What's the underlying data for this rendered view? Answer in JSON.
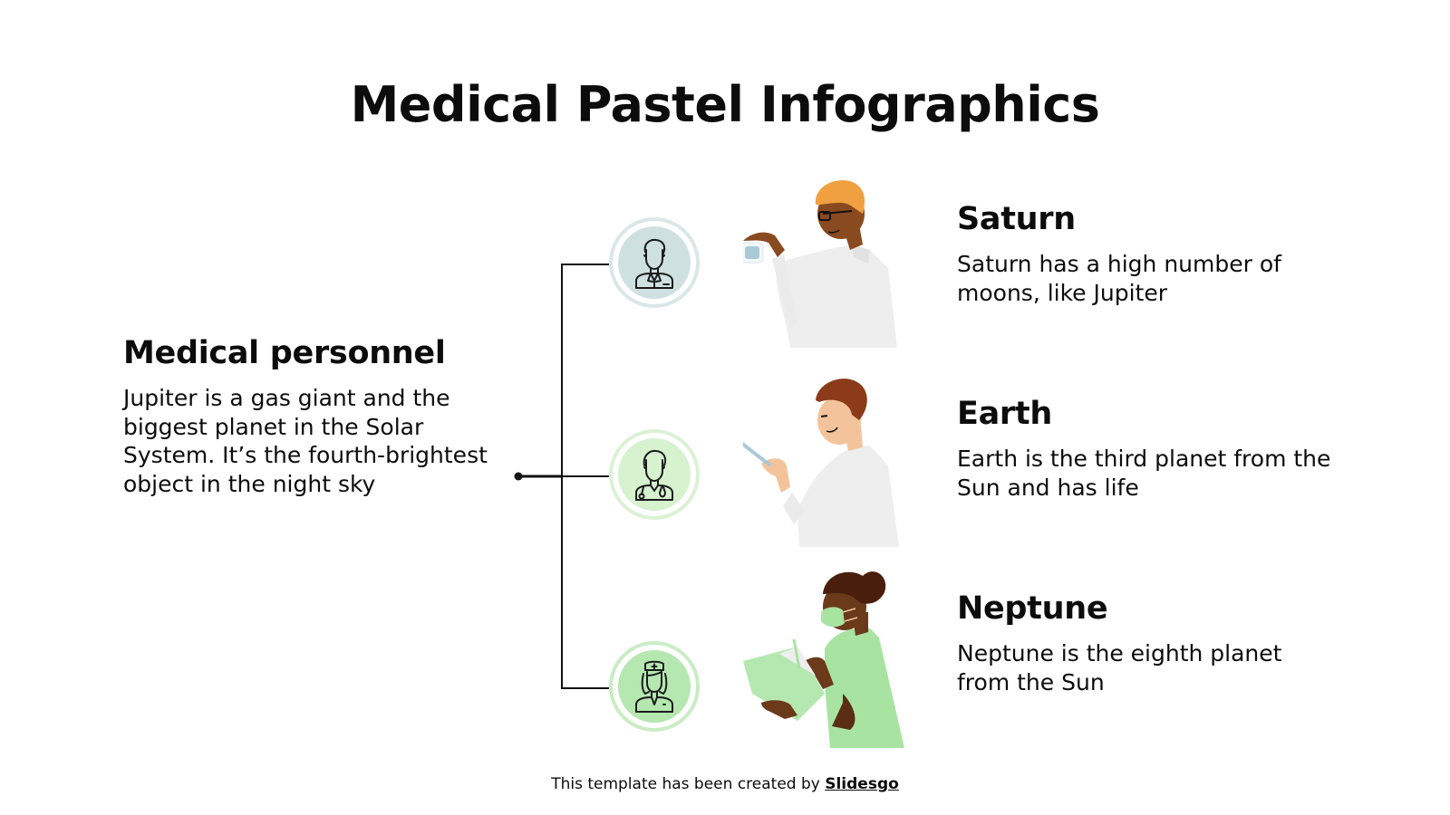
{
  "title": "Medical Pastel Infographics",
  "main": {
    "heading": "Medical personnel",
    "body": "Jupiter is a gas giant and the biggest planet in the Solar System. It’s the fourth-brightest object in the night sky"
  },
  "items": [
    {
      "title": "Saturn",
      "text": "Saturn has a high number of moons, like Jupiter",
      "icon": "businessman-icon",
      "circle_color": "#cfe0e0",
      "ring_color": "#d9e6e6"
    },
    {
      "title": "Earth",
      "text": "Earth is the third planet from the Sun and has life",
      "icon": "doctor-icon",
      "circle_color": "#d6f2cf",
      "ring_color": "#d9f0d2"
    },
    {
      "title": "Neptune",
      "text": "Neptune is the eighth planet from the Sun",
      "icon": "nurse-icon",
      "circle_color": "#b5e8b0",
      "ring_color": "#c5ecc0"
    }
  ],
  "footer": {
    "prefix": "This template has been created by ",
    "link": "Slidesgo"
  },
  "colors": {
    "text": "#0c0c0c",
    "line": "#1a1a1a",
    "lab_coat": "#efefef",
    "scrubs": "#a8e3a2"
  }
}
